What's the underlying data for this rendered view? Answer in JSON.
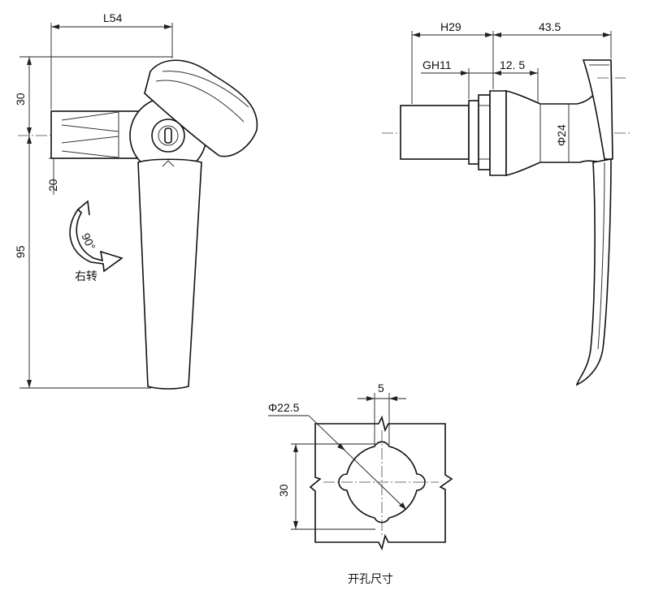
{
  "front_view": {
    "dim_width": "L54",
    "dim_upper": "30",
    "dim_lower": "20",
    "dim_length": "95",
    "rotation_angle": "90°",
    "rotation_label": "右转"
  },
  "side_view": {
    "dim_body": "H29",
    "dim_handle": "43.5",
    "dim_thread": "GH11",
    "dim_neck": "12. 5",
    "dim_diameter": "Φ24"
  },
  "cutout_view": {
    "dim_slot": "5",
    "dim_diameter": "Φ22.5",
    "dim_height": "30",
    "caption": "开孔尺寸"
  }
}
